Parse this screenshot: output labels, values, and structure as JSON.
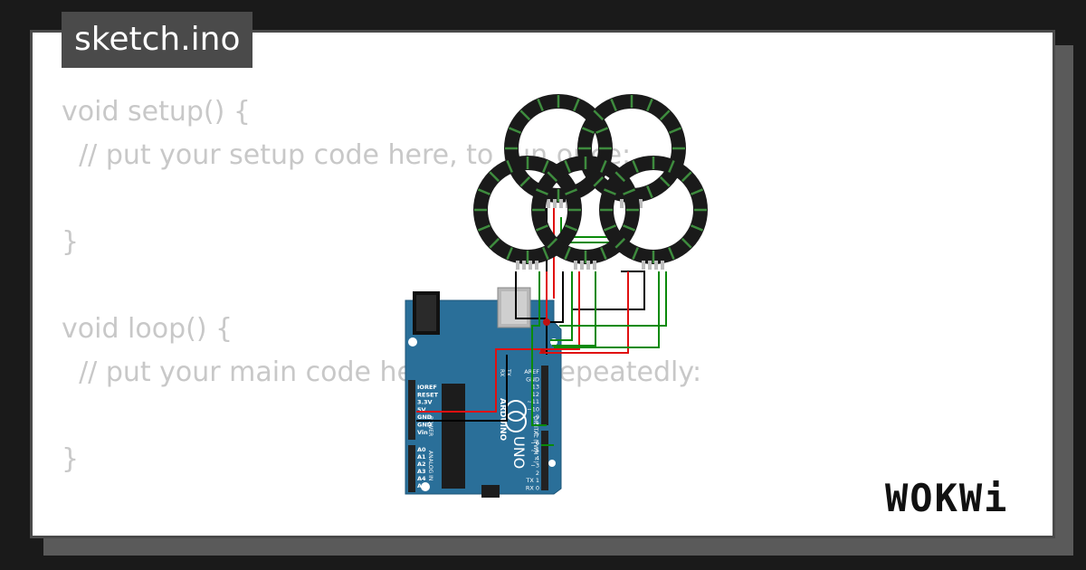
{
  "file": {
    "tab_label": "sketch.ino"
  },
  "code": {
    "lines": [
      "void setup() {",
      "  // put your setup code here, to run once:",
      "",
      "}",
      "",
      "void loop() {",
      "  // put your main code here, to run repeatedly:",
      "",
      "}"
    ]
  },
  "board": {
    "name": "ARDUINO",
    "model": "UNO",
    "digital_label": "DIGITAL (PWM ~)",
    "power_label": "POWER",
    "analog_label": "ANALOG IN",
    "power_pins": [
      "IOREF",
      "RESET",
      "3.3V",
      "5V",
      "GND",
      "GND",
      "Vin"
    ],
    "analog_pins": [
      "A0",
      "A1",
      "A2",
      "A3",
      "A4",
      "A5"
    ],
    "digital_pins": [
      "AREF",
      "GND",
      "13",
      "12",
      "~11",
      "~10",
      "~9",
      "8",
      "7",
      "~6",
      "~5",
      "4",
      "~3",
      "2",
      "TX 1",
      "RX 0"
    ],
    "tx_label": "TX",
    "rx_label": "RX"
  },
  "colors": {
    "board": "#2a6f99",
    "ring": "#1a1a1a",
    "led_accent": "#3e8b3e",
    "wire_red": "#e01010",
    "wire_black": "#000000",
    "wire_green": "#0a8a0a"
  },
  "brand": {
    "logo_text": "WOKWi"
  }
}
